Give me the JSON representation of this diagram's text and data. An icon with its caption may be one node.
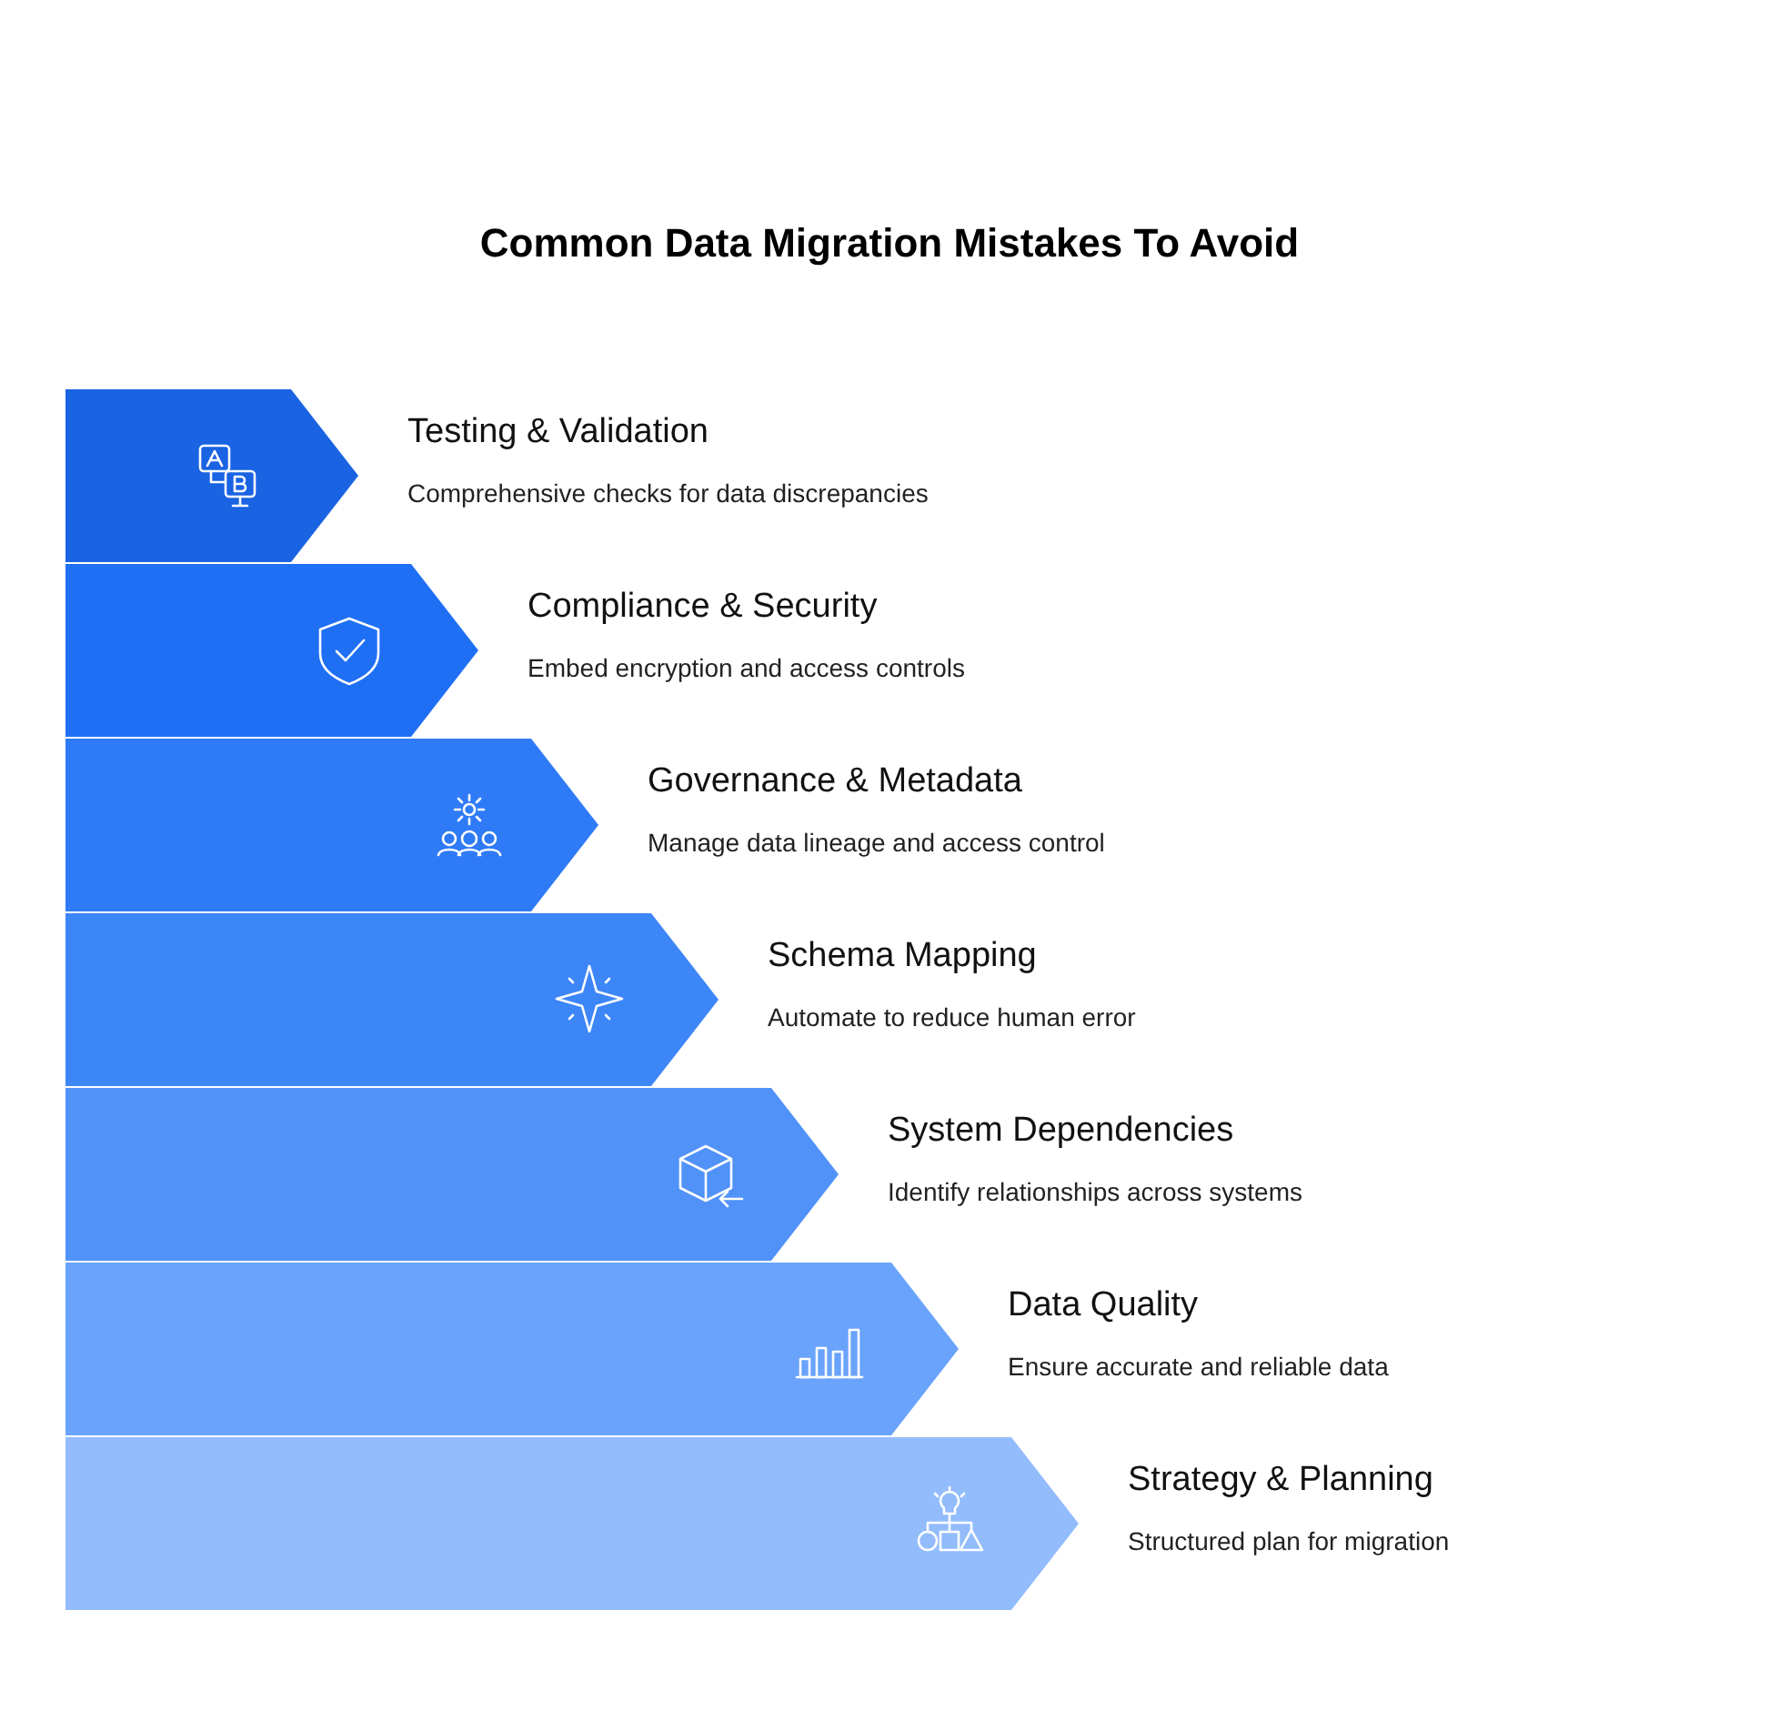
{
  "diagram": {
    "title": "Common Data Migration Mistakes To Avoid",
    "nodes": [
      {
        "text": [
          "Testing & Validation",
          "Comprehensive checks for data discrepancies"
        ]
      },
      {
        "text": [
          "Compliance & Security",
          "Embed encryption and access controls"
        ]
      },
      {
        "text": [
          "Governance & Metadata",
          "Manage data lineage and access control"
        ]
      },
      {
        "text": [
          "Schema Mapping",
          "Automate to reduce human error"
        ]
      },
      {
        "text": [
          "System Dependencies",
          "Identify relationships across systems"
        ]
      },
      {
        "text": [
          "Data Quality",
          "Ensure accurate and reliable data"
        ]
      },
      {
        "text": [
          "Strategy & Planning",
          "Structured plan for migration"
        ]
      }
    ]
  }
}
